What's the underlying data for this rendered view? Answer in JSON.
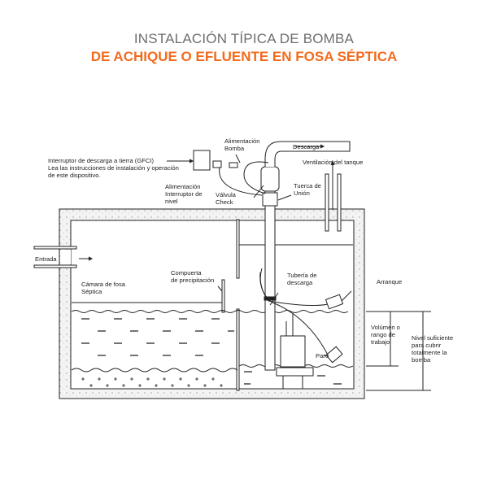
{
  "title": {
    "line1": "INSTALACIÓN TÍPICA DE BOMBA",
    "line2": "DE ACHIQUE O EFLUENTE EN FOSA SÉPTICA"
  },
  "colors": {
    "accent": "#f26b1d",
    "title_gray": "#6d6e71"
  },
  "labels": {
    "gfci": [
      "Interruptor de descarga a tierra (GFCI)",
      "Lea las instrucciones de instalación y operación",
      "de este dispositivo."
    ],
    "pump_power": [
      "Alimentación",
      "Bomba"
    ],
    "switch_power": [
      "Alimentación",
      "Interruptor de",
      "nivel"
    ],
    "check_valve": [
      "Válvula",
      "Check"
    ],
    "union_nut": [
      "Tuerca de",
      "Unión"
    ],
    "discharge": "Descarga",
    "vent": "Ventilación del tanque",
    "inlet": "Entrada",
    "septic_chamber": [
      "Cámara de fosa",
      "Séptica"
    ],
    "baffle": [
      "Compuerta",
      "de precipitación"
    ],
    "discharge_pipe": [
      "Tubería de",
      "descarga"
    ],
    "start": "Arranque",
    "stop": "Paro",
    "working_range": [
      "Volúmen o",
      "rango de",
      "trabajo"
    ],
    "cover_level": [
      "Nivel suficiente",
      "para cubrir",
      "totalmente la",
      "bomba"
    ]
  }
}
